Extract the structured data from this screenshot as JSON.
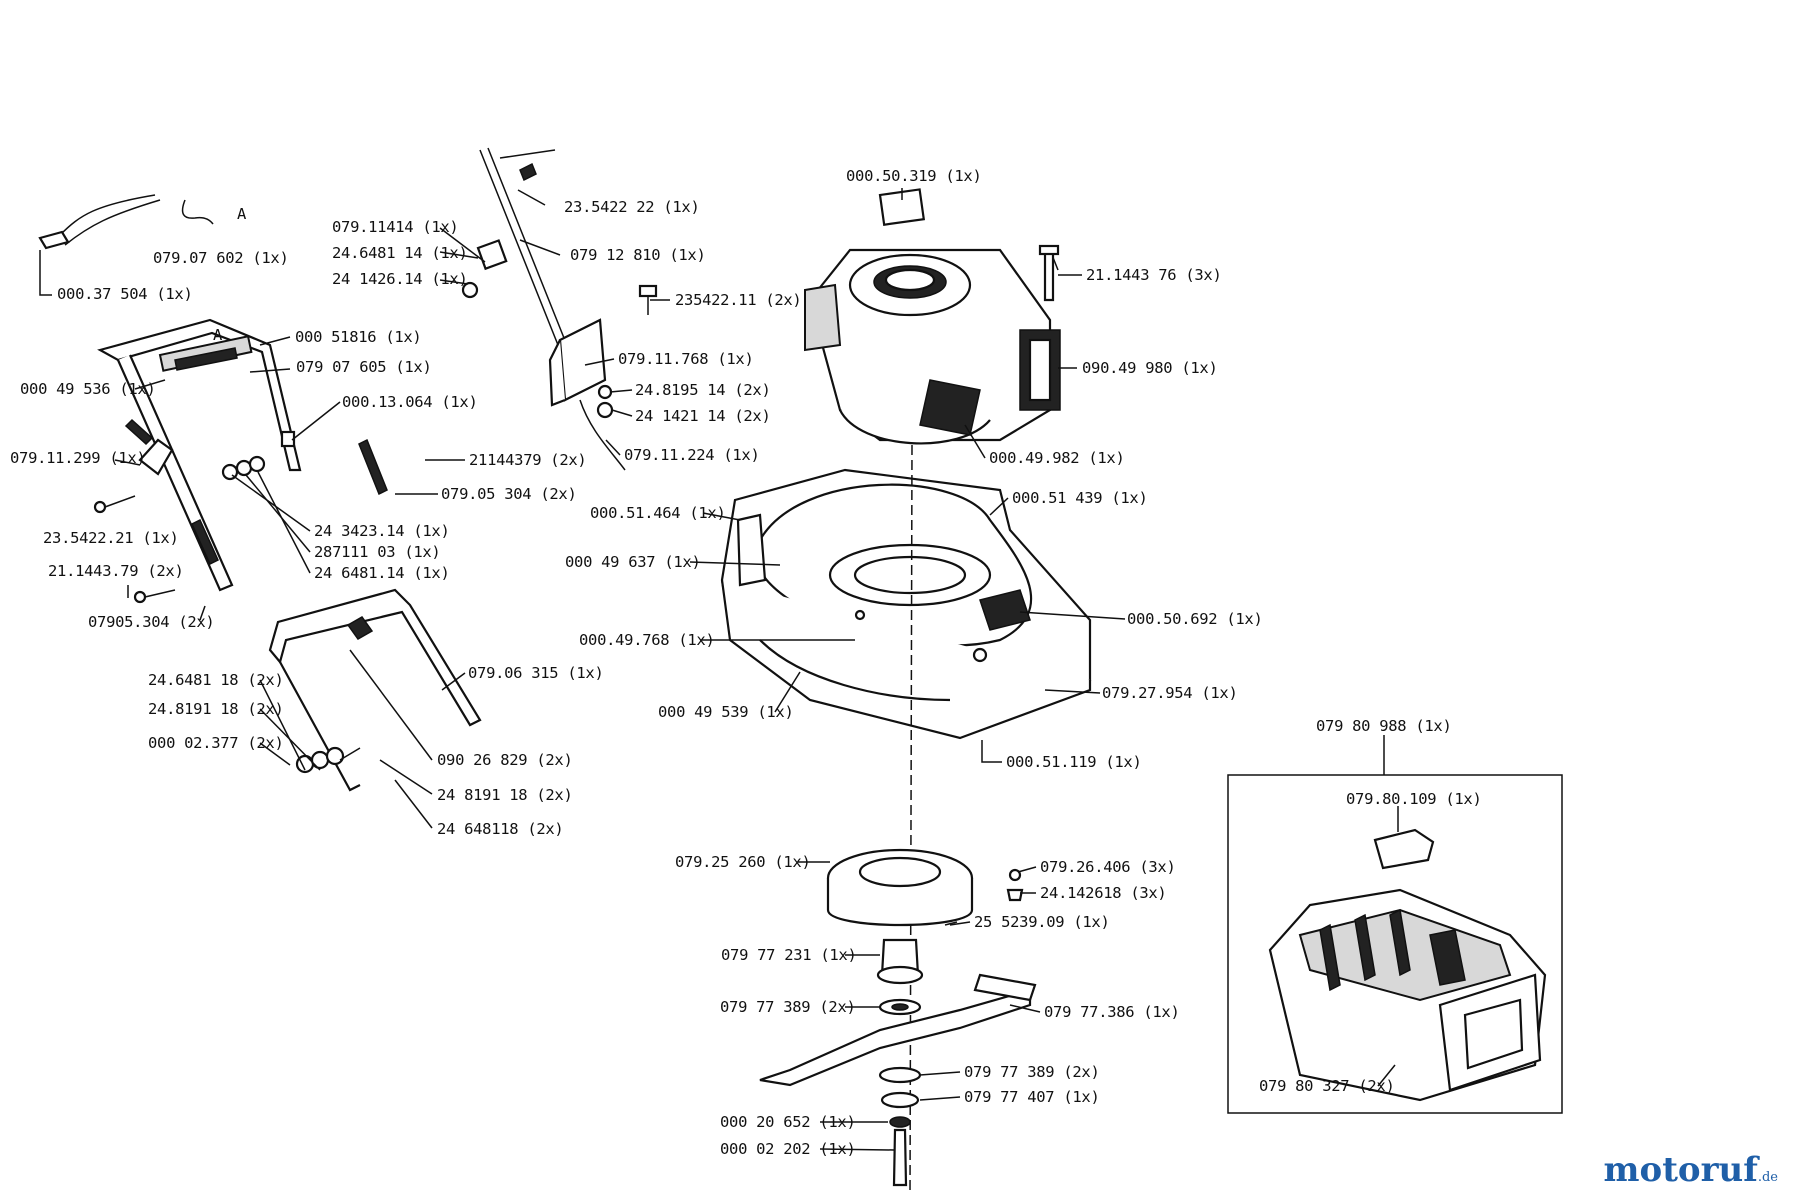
{
  "labels": [
    "079.07 602 (1x)",
    "000.37 504 (1x)",
    "079.11414 (1x)",
    "24.6481 14 (1x)",
    "24 1426.14 (1x)",
    "23.5422 22 (1x)",
    "079 12 810 (1x)",
    "000 51816 (1x)",
    "079 07 605 (1x)",
    "000 49 536 (1x)",
    "000.13.064 (1x)",
    "079.11.299 (1x)",
    "21144379 (2x)",
    "079.05 304 (2x)",
    "23.5422.21 (1x)",
    "24 3423.14 (1x)",
    "287111 03 (1x)",
    "24 6481.14 (1x)",
    "21.1443.79 (2x)",
    "07905.304 (2x)",
    "079.06 315 (1x)",
    "24.6481 18 (2x)",
    "24.8191 18 (2x)",
    "000 02.377 (2x)",
    "090 26 829 (2x)",
    "24 8191 18 (2x)",
    "24 648118 (2x)",
    "235422.11 (2x)",
    "079.11.768 (1x)",
    "24.8195 14 (2x)",
    "24 1421 14 (2x)",
    "079.11.224 (1x)",
    "000.50.319 (1x)",
    "21.1443 76 (3x)",
    "090.49 980 (1x)",
    "000.49.982 (1x)",
    "000.51.464 (1x)",
    "000.51 439 (1x)",
    "000 49 637 (1x)",
    "000.50.692 (1x)",
    "000.49.768 (1x)",
    "000 49 539 (1x)",
    "079.27.954 (1x)",
    "000.51.119 (1x)",
    "079.25 260 (1x)",
    "079.26.406 (3x)",
    "24.142618 (3x)",
    "25 5239.09 (1x)",
    "079 77 231 (1x)",
    "079 77 389 (2x)",
    "079 77.386 (1x)",
    "079 77 389 (2x)",
    "079 77 407 (1x)",
    "000 20 652 (1x)",
    "000 02 202 (1x)",
    "079 80 988 (1x)",
    "079.80.109 (1x)",
    "079 80 327 (2x)"
  ],
  "callouts": [
    "A",
    "A"
  ],
  "logo": {
    "main": "motoruf",
    "tld": ".de"
  },
  "colors": {
    "ink": "#111111",
    "logo_blue": "#1f5fa8",
    "logo_orange": "#d97a1a"
  }
}
